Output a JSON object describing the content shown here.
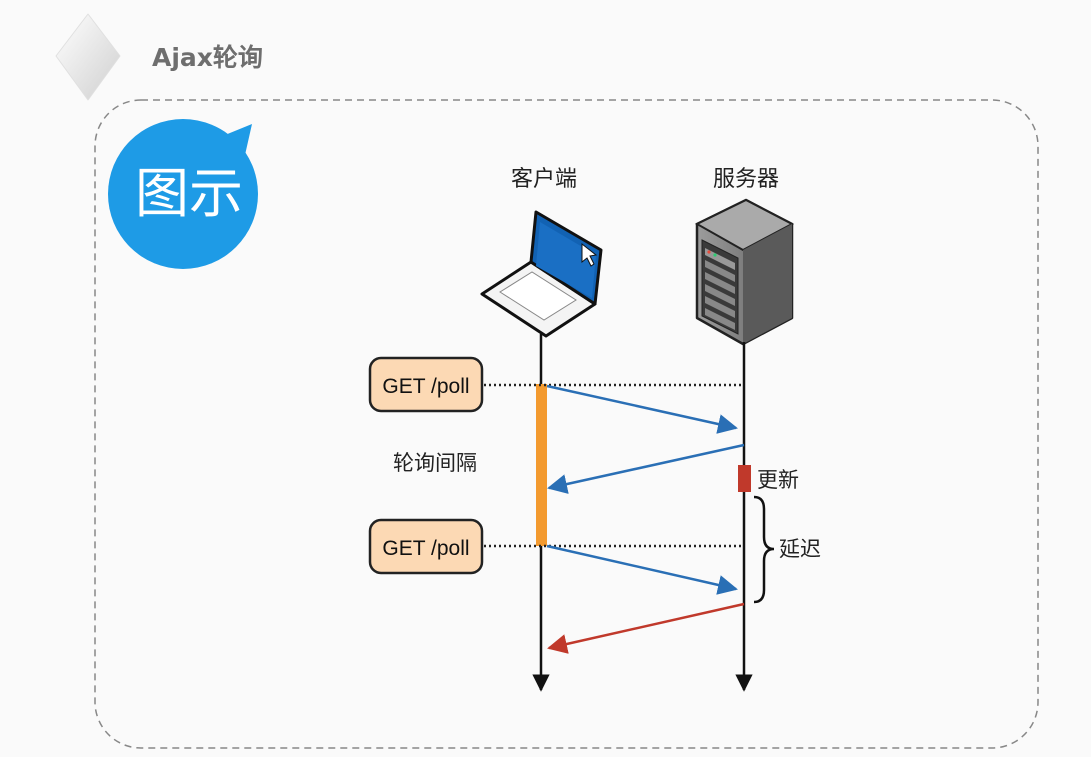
{
  "slide": {
    "title": "Ajax轮询",
    "badge": "图示"
  },
  "diagram": {
    "client_label": "客户端",
    "server_label": "服务器",
    "request_1": "GET /poll",
    "request_2": "GET /poll",
    "interval_label": "轮询间隔",
    "update_label": "更新",
    "delay_label": "延迟",
    "colors": {
      "request_arrow": "#2a6fb5",
      "response_arrow": "#2a6fb5",
      "update_response_arrow": "#c0392b",
      "interval_bar": "#f39a2f",
      "update_marker": "#c0392b",
      "request_box_fill": "#fcd9b4",
      "badge": "#1e9be6"
    }
  }
}
